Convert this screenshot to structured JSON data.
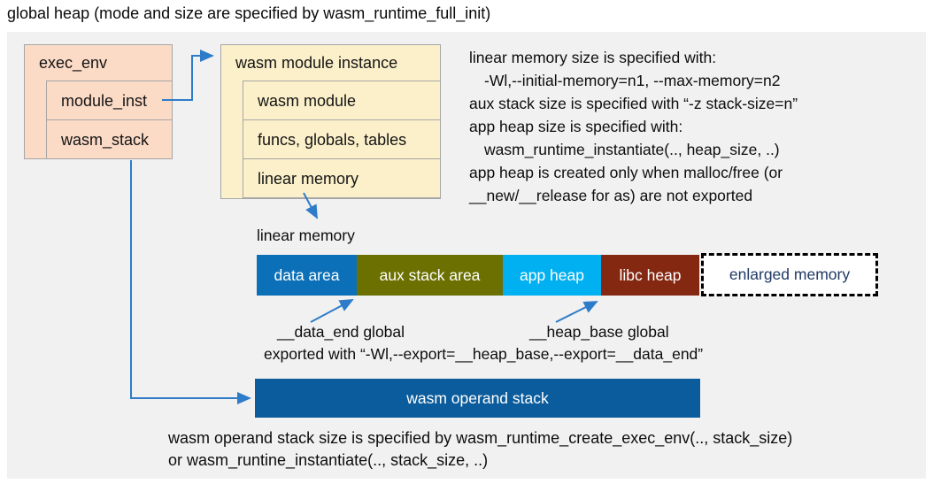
{
  "title": "global heap (mode and size are specified by wasm_runtime_full_init)",
  "exec_env": {
    "header": "exec_env",
    "rows": [
      {
        "label": "module_inst"
      },
      {
        "label": "wasm_stack"
      }
    ]
  },
  "module_instance": {
    "header": "wasm module instance",
    "rows": [
      {
        "label": "wasm module"
      },
      {
        "label": "funcs, globals, tables"
      },
      {
        "label": "linear memory"
      }
    ]
  },
  "notes": {
    "lines": [
      "linear memory size is specified with:",
      "-Wl,--initial-memory=n1, --max-memory=n2",
      "aux stack size is specified with “-z stack-size=n”",
      "app heap size is specified with:",
      "wasm_runtime_instantiate(.., heap_size, ..)",
      "app heap is created only when malloc/free (or",
      "__new/__release for as) are not exported"
    ]
  },
  "linear_memory": {
    "label": "linear memory",
    "segments": [
      {
        "label": "data area",
        "color": "#0c70b8"
      },
      {
        "label": "aux stack area",
        "color": "#6b7000"
      },
      {
        "label": "app heap",
        "color": "#00b0f0"
      },
      {
        "label": "libc heap",
        "color": "#842812"
      }
    ],
    "enlarged": {
      "label": "enlarged memory",
      "text_color": "#1f3864"
    }
  },
  "annotations": {
    "data_end": "__data_end global",
    "heap_base": "__heap_base global",
    "exported": "exported with “-Wl,--export=__heap_base,--export=__data_end”"
  },
  "operand_stack": {
    "label": "wasm operand stack",
    "color": "#0b5c9c"
  },
  "footer": {
    "lines": [
      "wasm operand stack size is specified by wasm_runtime_create_exec_env(.., stack_size)",
      "or wasm_runtine_instantiate(.., stack_size, ..)"
    ]
  },
  "colors": {
    "panel": "#f1f1f1",
    "arrow": "#2e7cc9",
    "exec_env_fill": "#fbdac6",
    "module_instance_fill": "#fcf0ca",
    "enlarged_border": "#000000"
  }
}
